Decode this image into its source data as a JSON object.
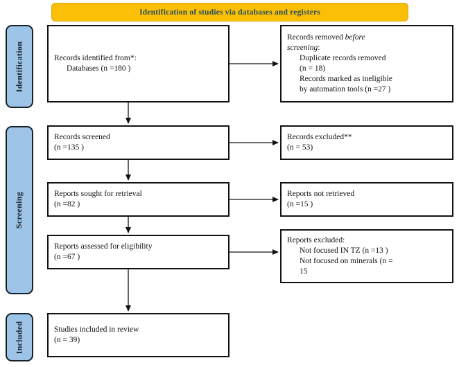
{
  "banner": {
    "title": "Identification of studies via databases and registers",
    "bg_color": "#FCBF07",
    "text_color": "#1F4E5F"
  },
  "stages": {
    "identification": "Identification",
    "screening": "Screening",
    "included": "Included",
    "bg_color": "#9DC3E6"
  },
  "boxes": {
    "identified": {
      "line1": "Records identified from*:",
      "line2": "Databases (n =180 )"
    },
    "removed": {
      "line1a": "Records removed ",
      "line1b": "before",
      "line2a": "screening",
      "line2b": ":",
      "line3": "Duplicate records removed",
      "line4": "(n = 18)",
      "line5": "Records marked as ineligible",
      "line6": "by automation tools (n =27 )"
    },
    "screened": {
      "line1": "Records screened",
      "line2": "(n =135 )"
    },
    "excluded": {
      "line1": "Records excluded**",
      "line2": "(n = 53)"
    },
    "sought": {
      "line1": "Reports sought for retrieval",
      "line2": "(n =82 )"
    },
    "notretrieved": {
      "line1": "Reports not retrieved",
      "line2": "(n =15 )"
    },
    "assessed": {
      "line1": "Reports assessed for eligibility",
      "line2": "(n =67 )"
    },
    "reports_excluded": {
      "line1": "Reports excluded:",
      "line2": "Not focused IN TZ (n =13 )",
      "line3": "Not focused on minerals (n =",
      "line4": "15"
    },
    "included": {
      "line1": "Studies included in review",
      "line2": "(n = 39)"
    }
  }
}
